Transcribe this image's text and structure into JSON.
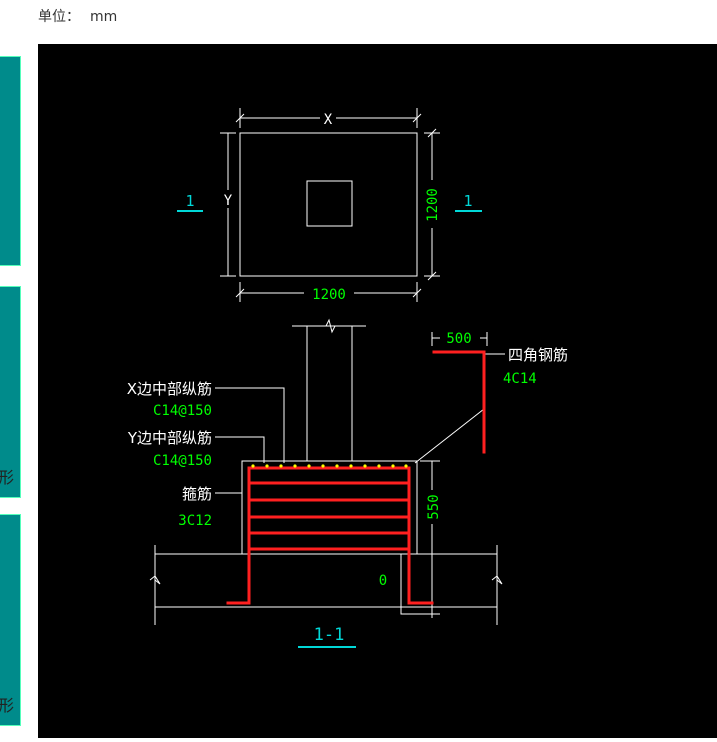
{
  "header": {
    "unit_label": "单位：",
    "unit_value": "mm"
  },
  "left_panel": {
    "tile_labels": [
      "形",
      "形"
    ]
  },
  "drawing": {
    "plan": {
      "x_label": "X",
      "y_label": "Y",
      "dim_bottom": "1200",
      "dim_right": "1200",
      "section_left": "1",
      "section_right": "1"
    },
    "section": {
      "title": "1-1",
      "dim_top": "500",
      "dim_height": "550",
      "elevation": "0",
      "corner_bars": {
        "label": "四角钢筋",
        "spec": "4C14"
      },
      "x_bars": {
        "label": "X边中部纵筋",
        "spec": "C14@150"
      },
      "y_bars": {
        "label": "Y边中部纵筋",
        "spec": "C14@150"
      },
      "stirrups": {
        "label": "箍筋",
        "spec": "3C12"
      }
    },
    "colors": {
      "white": "#ffffff",
      "green": "#00ff00",
      "cyan": "#00d8d8",
      "red": "#ff2020",
      "yellow": "#ffff00"
    }
  }
}
